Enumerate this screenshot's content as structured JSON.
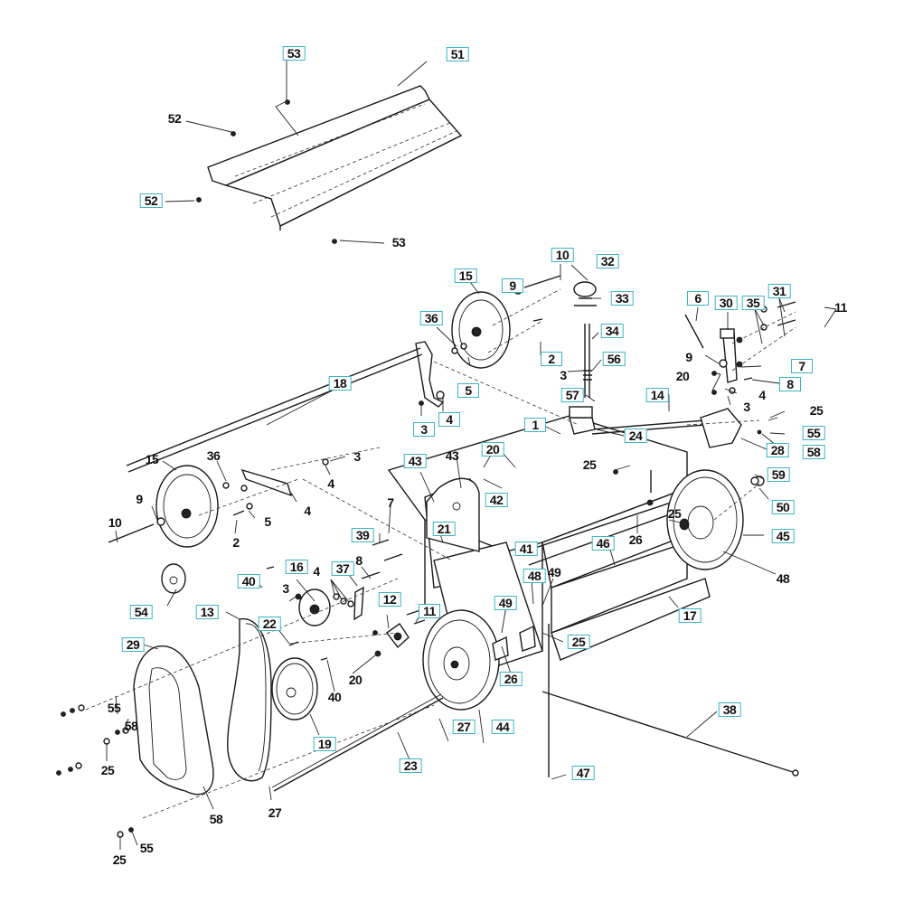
{
  "diagram": {
    "title": "Exploded parts diagram – walk-behind dethatcher/scarifier frame, wheels and belt drive",
    "label_box_color": "#3bb3c3",
    "callouts": [
      {
        "id": "c53a",
        "text": "53",
        "boxed": true
      },
      {
        "id": "c51",
        "text": "51",
        "boxed": true
      },
      {
        "id": "c52a",
        "text": "52",
        "boxed": false
      },
      {
        "id": "c52b",
        "text": "52",
        "boxed": true
      },
      {
        "id": "c53b",
        "text": "53",
        "boxed": false
      },
      {
        "id": "c10a",
        "text": "10",
        "boxed": true
      },
      {
        "id": "c32",
        "text": "32",
        "boxed": true
      },
      {
        "id": "c9a",
        "text": "9",
        "boxed": true
      },
      {
        "id": "c33",
        "text": "33",
        "boxed": true
      },
      {
        "id": "c15a",
        "text": "15",
        "boxed": true
      },
      {
        "id": "c36a",
        "text": "36",
        "boxed": true
      },
      {
        "id": "c34",
        "text": "34",
        "boxed": true
      },
      {
        "id": "c2a",
        "text": "2",
        "boxed": true
      },
      {
        "id": "c3a",
        "text": "3",
        "boxed": false
      },
      {
        "id": "c56",
        "text": "56",
        "boxed": true
      },
      {
        "id": "c5a",
        "text": "5",
        "boxed": true
      },
      {
        "id": "c57",
        "text": "57",
        "boxed": true
      },
      {
        "id": "c4a",
        "text": "4",
        "boxed": true
      },
      {
        "id": "c3b",
        "text": "3",
        "boxed": true
      },
      {
        "id": "c18",
        "text": "18",
        "boxed": true
      },
      {
        "id": "c6",
        "text": "6",
        "boxed": true
      },
      {
        "id": "c30",
        "text": "30",
        "boxed": true
      },
      {
        "id": "c35",
        "text": "35",
        "boxed": true
      },
      {
        "id": "c31",
        "text": "31",
        "boxed": true
      },
      {
        "id": "c11a",
        "text": "11",
        "boxed": false
      },
      {
        "id": "c9b",
        "text": "9",
        "boxed": false
      },
      {
        "id": "c7a",
        "text": "7",
        "boxed": true
      },
      {
        "id": "c20a",
        "text": "20",
        "boxed": false
      },
      {
        "id": "c8a",
        "text": "8",
        "boxed": true
      },
      {
        "id": "c4b",
        "text": "4",
        "boxed": false
      },
      {
        "id": "c3c",
        "text": "3",
        "boxed": false
      },
      {
        "id": "c14",
        "text": "14",
        "boxed": true
      },
      {
        "id": "c25a",
        "text": "25",
        "boxed": false
      },
      {
        "id": "c55a",
        "text": "55",
        "boxed": true
      },
      {
        "id": "c58a",
        "text": "58",
        "boxed": true
      },
      {
        "id": "c28",
        "text": "28",
        "boxed": true
      },
      {
        "id": "c24",
        "text": "24",
        "boxed": true
      },
      {
        "id": "c1",
        "text": "1",
        "boxed": true
      },
      {
        "id": "c15b",
        "text": "15",
        "boxed": false
      },
      {
        "id": "c36b",
        "text": "36",
        "boxed": false
      },
      {
        "id": "c3d",
        "text": "3",
        "boxed": false
      },
      {
        "id": "c4c",
        "text": "4",
        "boxed": false
      },
      {
        "id": "c4d",
        "text": "4",
        "boxed": false
      },
      {
        "id": "c43a",
        "text": "43",
        "boxed": true
      },
      {
        "id": "c43b",
        "text": "43",
        "boxed": false
      },
      {
        "id": "c20b",
        "text": "20",
        "boxed": true
      },
      {
        "id": "c42",
        "text": "42",
        "boxed": true
      },
      {
        "id": "c25b",
        "text": "25",
        "boxed": false
      },
      {
        "id": "c59",
        "text": "59",
        "boxed": true
      },
      {
        "id": "c50",
        "text": "50",
        "boxed": true
      },
      {
        "id": "c9c",
        "text": "9",
        "boxed": false
      },
      {
        "id": "c10b",
        "text": "10",
        "boxed": false
      },
      {
        "id": "c5b",
        "text": "5",
        "boxed": false
      },
      {
        "id": "c2b",
        "text": "2",
        "boxed": false
      },
      {
        "id": "c7b",
        "text": "7",
        "boxed": false
      },
      {
        "id": "c39",
        "text": "39",
        "boxed": true
      },
      {
        "id": "c21",
        "text": "21",
        "boxed": true
      },
      {
        "id": "c41",
        "text": "41",
        "boxed": true
      },
      {
        "id": "c25c",
        "text": "25",
        "boxed": false
      },
      {
        "id": "c26a",
        "text": "26",
        "boxed": false
      },
      {
        "id": "c45",
        "text": "45",
        "boxed": true
      },
      {
        "id": "c46",
        "text": "46",
        "boxed": true
      },
      {
        "id": "c48a",
        "text": "48",
        "boxed": false
      },
      {
        "id": "c40a",
        "text": "40",
        "boxed": true
      },
      {
        "id": "c16",
        "text": "16",
        "boxed": true
      },
      {
        "id": "c4e",
        "text": "4",
        "boxed": false
      },
      {
        "id": "c37",
        "text": "37",
        "boxed": true
      },
      {
        "id": "c8b",
        "text": "8",
        "boxed": false
      },
      {
        "id": "c3e",
        "text": "3",
        "boxed": false
      },
      {
        "id": "c48b",
        "text": "48",
        "boxed": true
      },
      {
        "id": "c49a",
        "text": "49",
        "boxed": false
      },
      {
        "id": "c54",
        "text": "54",
        "boxed": true
      },
      {
        "id": "c13",
        "text": "13",
        "boxed": true
      },
      {
        "id": "c12",
        "text": "12",
        "boxed": true
      },
      {
        "id": "c11b",
        "text": "11",
        "boxed": true
      },
      {
        "id": "c49b",
        "text": "49",
        "boxed": true
      },
      {
        "id": "c17",
        "text": "17",
        "boxed": true
      },
      {
        "id": "c22",
        "text": "22",
        "boxed": true
      },
      {
        "id": "c25d",
        "text": "25",
        "boxed": true
      },
      {
        "id": "c29",
        "text": "29",
        "boxed": true
      },
      {
        "id": "c20c",
        "text": "20",
        "boxed": false
      },
      {
        "id": "c40b",
        "text": "40",
        "boxed": false
      },
      {
        "id": "c26b",
        "text": "26",
        "boxed": true
      },
      {
        "id": "c55b",
        "text": "55",
        "boxed": false
      },
      {
        "id": "c58b",
        "text": "58",
        "boxed": false
      },
      {
        "id": "c25e",
        "text": "25",
        "boxed": false
      },
      {
        "id": "c19",
        "text": "19",
        "boxed": true
      },
      {
        "id": "c27a",
        "text": "27",
        "boxed": true
      },
      {
        "id": "c44",
        "text": "44",
        "boxed": true
      },
      {
        "id": "c38",
        "text": "38",
        "boxed": true
      },
      {
        "id": "c23",
        "text": "23",
        "boxed": true
      },
      {
        "id": "c47",
        "text": "47",
        "boxed": true
      },
      {
        "id": "c58c",
        "text": "58",
        "boxed": false
      },
      {
        "id": "c27b",
        "text": "27",
        "boxed": false
      },
      {
        "id": "c55c",
        "text": "55",
        "boxed": false
      },
      {
        "id": "c25f",
        "text": "25",
        "boxed": false
      }
    ]
  }
}
